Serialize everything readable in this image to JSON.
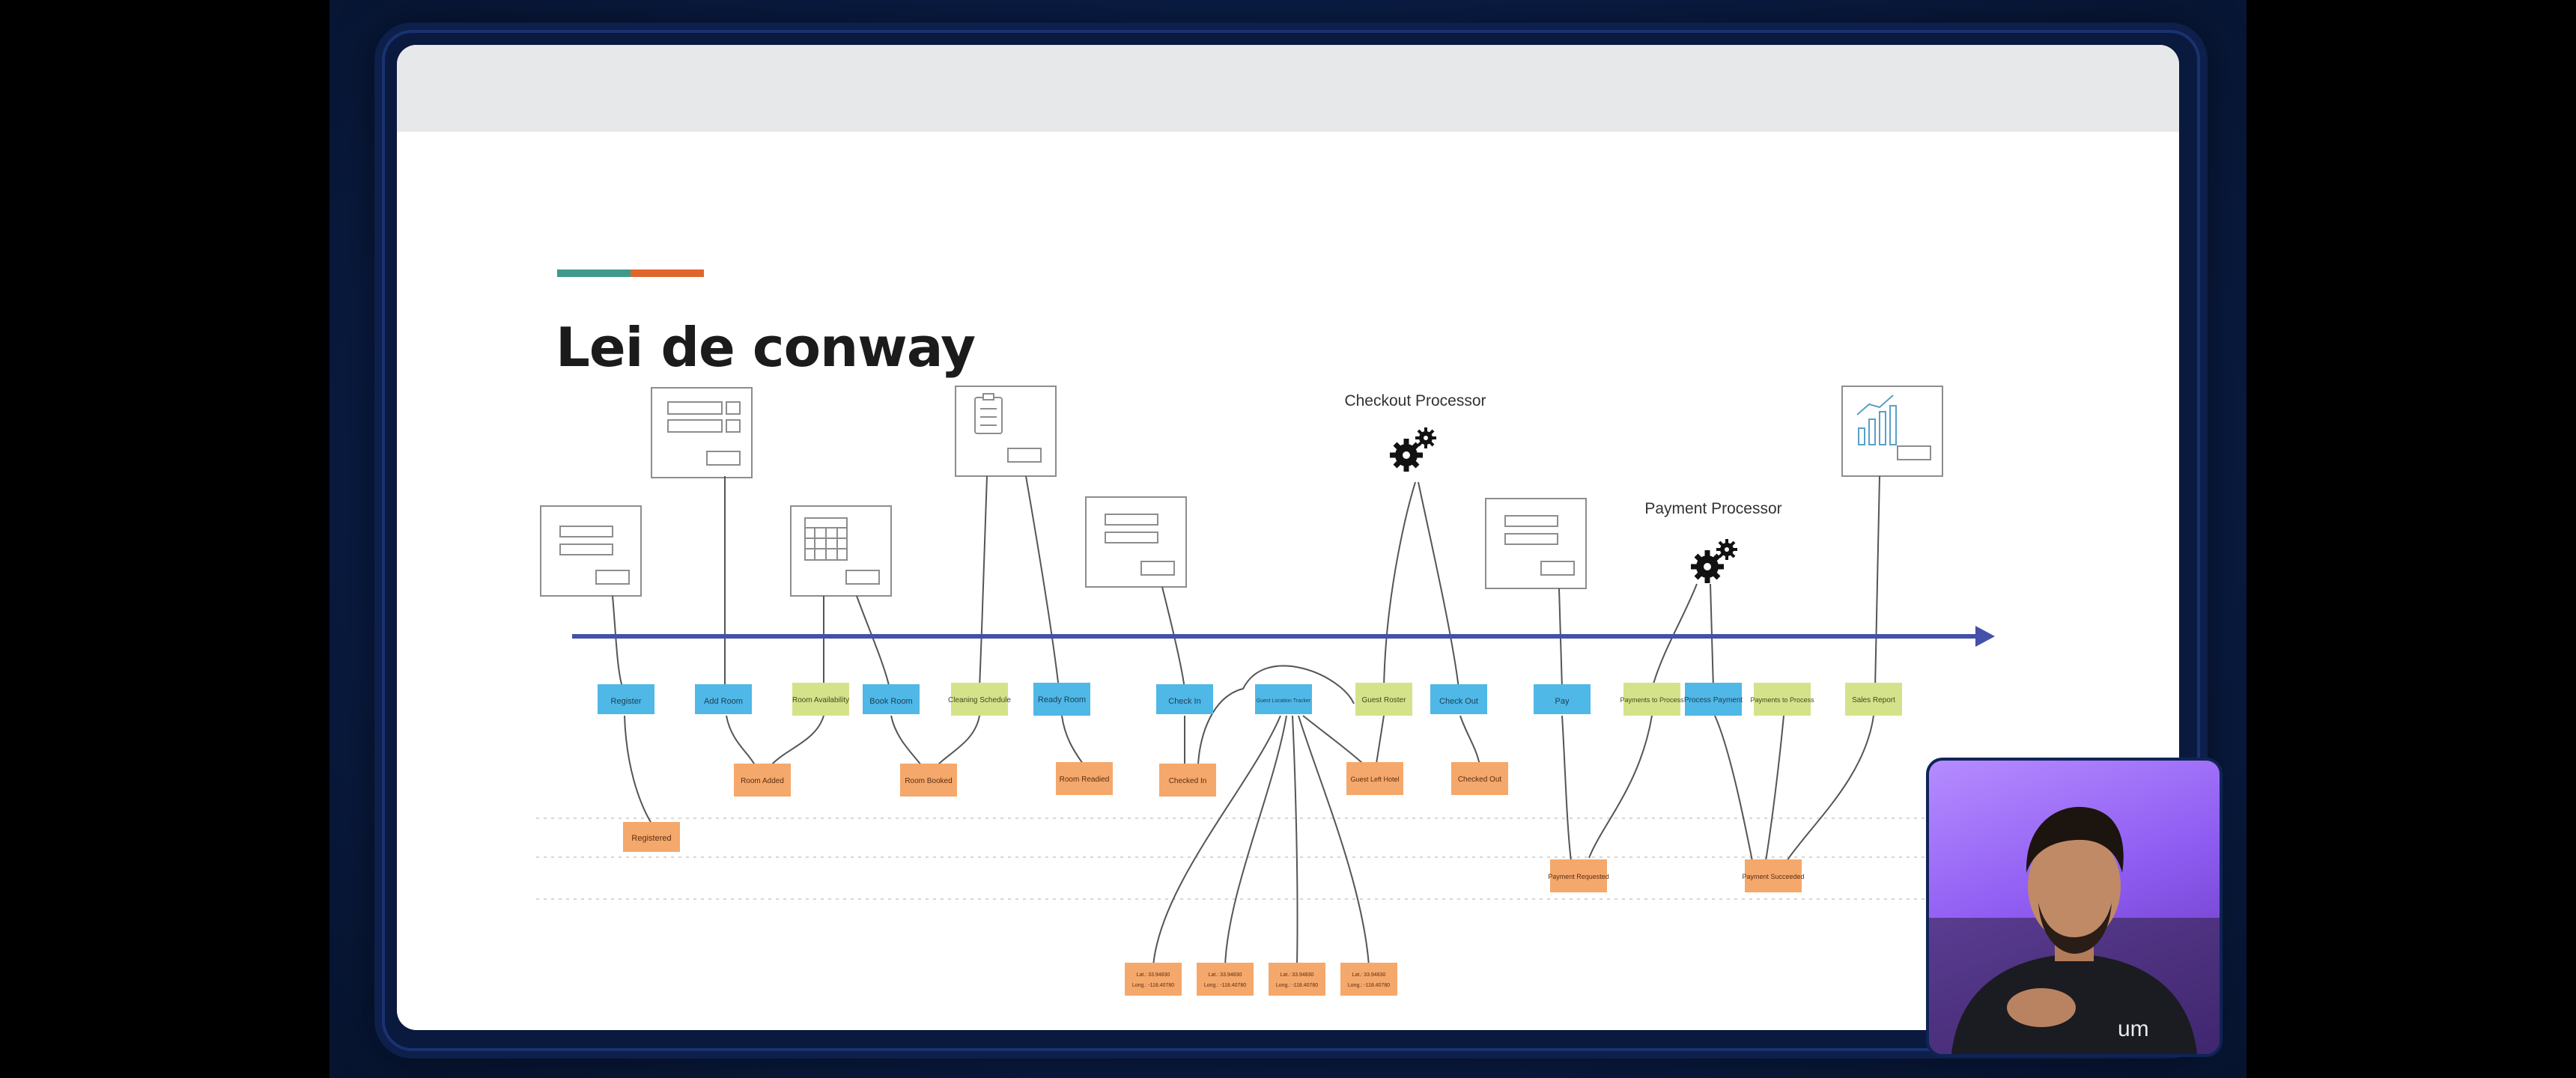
{
  "slide": {
    "title": "Lei de conway",
    "accent_colors": {
      "teal": "#3f9a8c",
      "orange": "#e0652e",
      "timeline": "#4352a8"
    },
    "sticky_colors": {
      "command": "#4fb8e6",
      "policy": "#d4e38a",
      "event": "#f5a86b"
    },
    "processors": {
      "checkout": "Checkout Processor",
      "payment": "Payment Processor"
    }
  },
  "commands": [
    {
      "id": "register",
      "label": "Register",
      "color": "command"
    },
    {
      "id": "add-room",
      "label": "Add Room",
      "color": "command"
    },
    {
      "id": "room-availability",
      "label": "Room Availability",
      "color": "policy"
    },
    {
      "id": "book-room",
      "label": "Book Room",
      "color": "command"
    },
    {
      "id": "cleaning-schedule",
      "label": "Cleaning Schedule",
      "color": "policy"
    },
    {
      "id": "ready-room",
      "label": "Ready Room",
      "color": "command"
    },
    {
      "id": "check-in",
      "label": "Check In",
      "color": "command"
    },
    {
      "id": "guest-tracker",
      "label": "Guest Location Tracker",
      "color": "command"
    },
    {
      "id": "guest-roster",
      "label": "Guest Roster",
      "color": "policy"
    },
    {
      "id": "check-out",
      "label": "Check Out",
      "color": "command"
    },
    {
      "id": "pay",
      "label": "Pay",
      "color": "command"
    },
    {
      "id": "payments-to-process-1",
      "label": "Payments to Process",
      "color": "policy"
    },
    {
      "id": "process-payment",
      "label": "Process Payment",
      "color": "command"
    },
    {
      "id": "payments-to-process-2",
      "label": "Payments to Process",
      "color": "policy"
    },
    {
      "id": "sales-report",
      "label": "Sales Report",
      "color": "policy"
    }
  ],
  "events": [
    {
      "id": "registered",
      "label": "Registered"
    },
    {
      "id": "room-added",
      "label": "Room Added"
    },
    {
      "id": "room-booked",
      "label": "Room Booked"
    },
    {
      "id": "room-readied",
      "label": "Room Readied"
    },
    {
      "id": "checked-in",
      "label": "Checked In"
    },
    {
      "id": "guest-left-hotel",
      "label": "Guest Left Hotel"
    },
    {
      "id": "checked-out",
      "label": "Checked Out"
    },
    {
      "id": "payment-requested",
      "label": "Payment Requested"
    },
    {
      "id": "payment-succeeded",
      "label": "Payment Succeeded"
    }
  ],
  "locations": [
    {
      "id": "loc1",
      "line1": "Lat.: 33.94830",
      "line2": "Long.: -118.40780"
    },
    {
      "id": "loc2",
      "line1": "Lat.: 33.94830",
      "line2": "Long.: -118.40780"
    },
    {
      "id": "loc3",
      "line1": "Lat.: 33.94830",
      "line2": "Long.: -118.40780"
    },
    {
      "id": "loc4",
      "line1": "Lat.: 33.94830",
      "line2": "Long.: -118.40780"
    }
  ],
  "presenter": {
    "shirt_text": "um"
  }
}
